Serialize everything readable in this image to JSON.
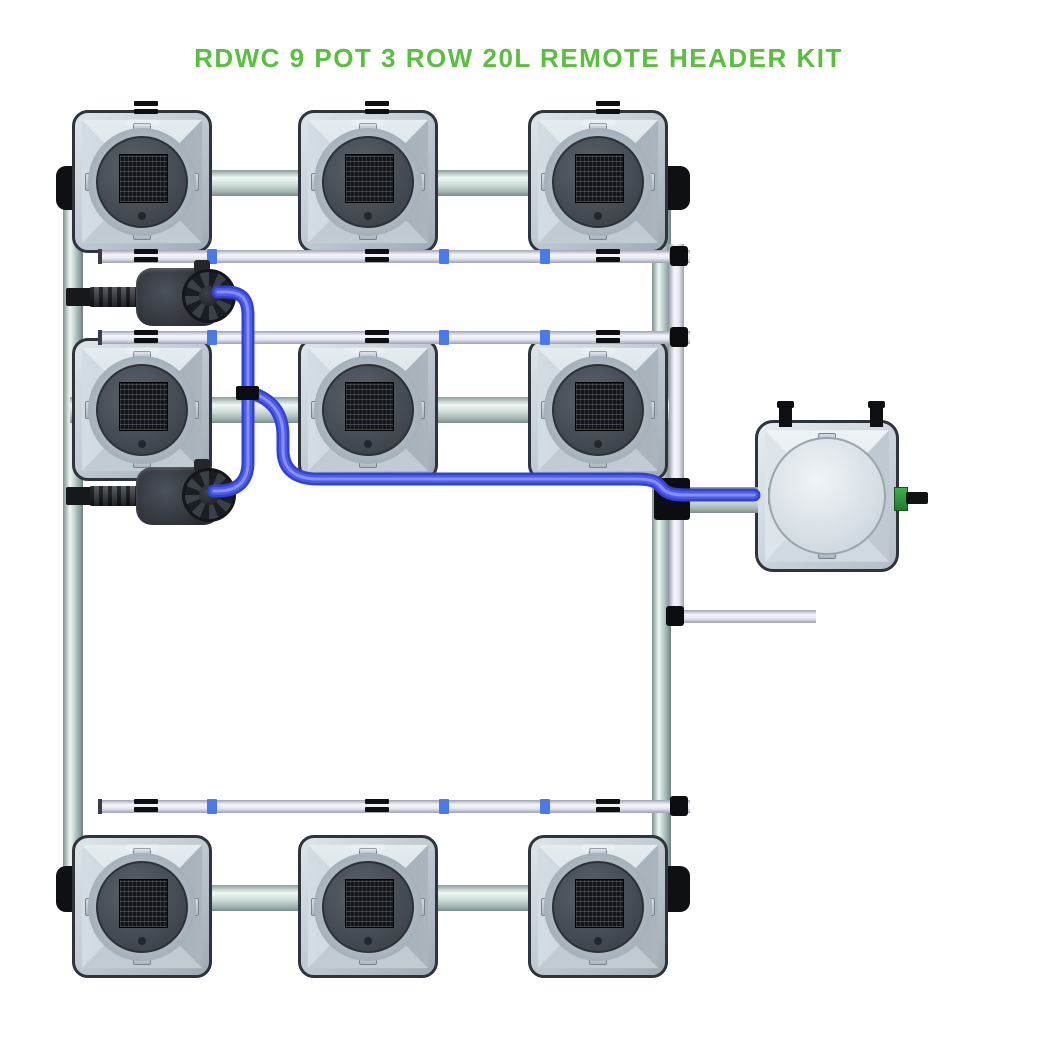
{
  "title": {
    "text": "RDWC 9 POT 3 ROW 20L REMOTE HEADER KIT",
    "color": "#58c03c"
  },
  "system": {
    "pot_count": 9,
    "rows": 3,
    "pots_per_row": 3,
    "pot_volume": "20L",
    "kit_type": "RDWC remote header kit",
    "components": {
      "grow_pot": "square 20L pot with round net-mesh lid",
      "header_tank": "remote header tank with plain lid, two top posts and green side valve",
      "water_pump": "inline water pump (2 units, left side)",
      "flow_pipe": "grey flow pipe loop linking pot rows",
      "return_pipe": "white return manifold pipe per row",
      "blue_tube": "blue tubing from pumps to header tank",
      "fitting": "black bulkhead / tee fittings",
      "green_valve": "green inlet fitting on header"
    },
    "colors": {
      "tube_blue": "#3240d6",
      "pipe_grey_green": "#cfe0da",
      "pipe_white": "#e6e8f1",
      "fitting_black": "#0d0f12",
      "valve_green": "#2f9e3a",
      "pot_body_grey": "#c0cad2",
      "lid_dark_grey": "#464c53"
    }
  }
}
